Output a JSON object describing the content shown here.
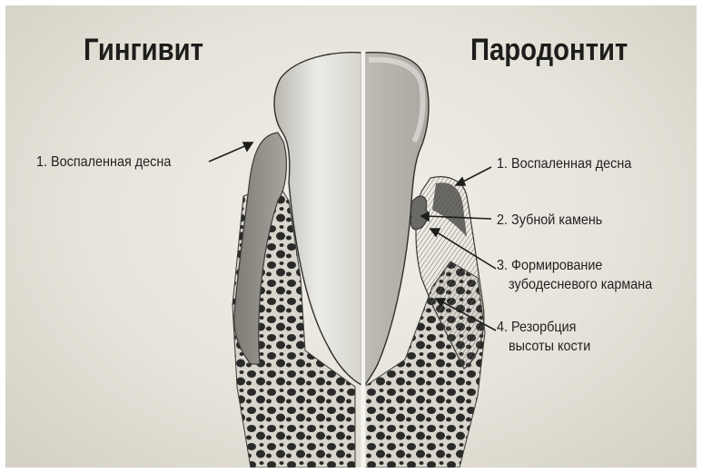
{
  "titles": {
    "left": "Гингивит",
    "right": "Пародонтит"
  },
  "left_labels": [
    {
      "text": "1. Воспаленная десна"
    }
  ],
  "right_labels": [
    {
      "text": "1. Воспаленная десна"
    },
    {
      "text": "2. Зубной камень"
    },
    {
      "text": "3. Формирование",
      "text2": "зубодесневого кармана"
    },
    {
      "text": "4. Резорбция",
      "text2": "высоты кости"
    }
  ],
  "colors": {
    "paper": "#e8e5dc",
    "ink": "#1d1d1b",
    "tooth": "#dcdad3",
    "gum": "#8b8982",
    "bone_dark": "#2a2a28"
  }
}
